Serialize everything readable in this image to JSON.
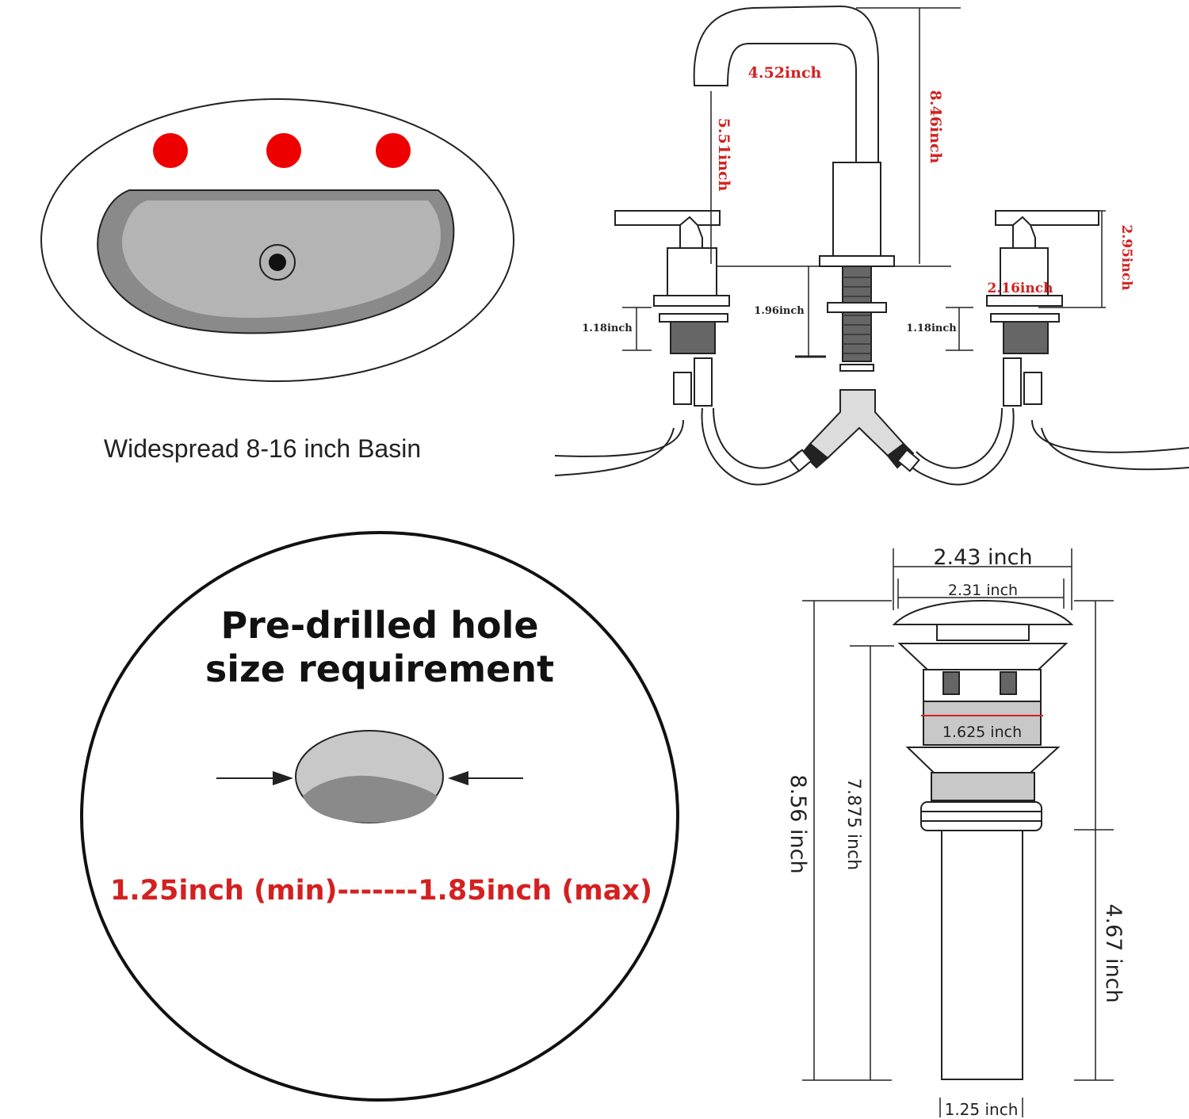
{
  "basin": {
    "caption": "Widespread 8-16 inch Basin",
    "hole_color": "#ee0000",
    "bowl_color": "#b4b4b4",
    "rim_color": "#8a8a8a"
  },
  "faucet": {
    "spout_reach": "4.52inch",
    "spout_height": "5.51inch",
    "total_height": "8.46inch",
    "handle_height": "2.95inch",
    "handle_width": "2.16inch",
    "shank_left": "1.18inch",
    "shank_center": "1.96inch",
    "shank_right": "1.18inch",
    "dim_color": "#d42020"
  },
  "hole_requirement": {
    "title_line1": "Pre-drilled hole",
    "title_line2": "size requirement",
    "range": "1.25inch (min)-------1.85inch (max)",
    "range_color": "#d42020"
  },
  "drain": {
    "cap_width": "2.43 inch",
    "cap_inner_width": "2.31 inch",
    "body_width": "1.625 inch",
    "total_height": "8.56 inch",
    "body_height": "7.875 inch",
    "tail_height": "4.67 inch",
    "tail_width": "1.25 inch"
  }
}
